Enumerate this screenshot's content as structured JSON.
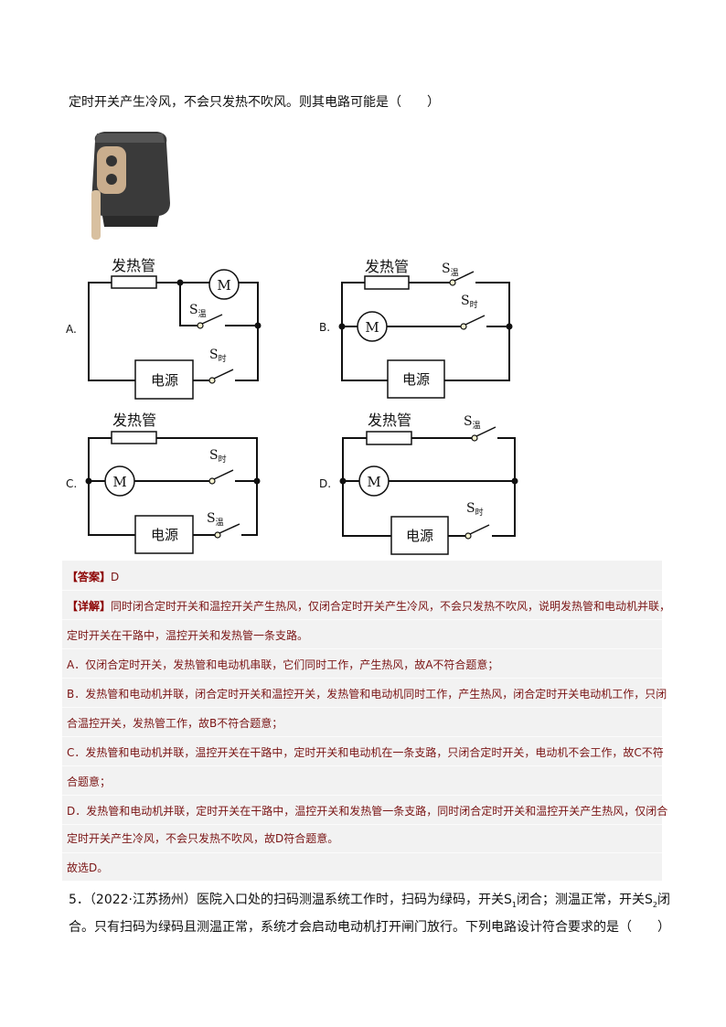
{
  "question_tail": "定时开关产生冷风，不会只发热不吹风。则其电路可能是（　　）",
  "figure": {
    "image": "air-fryer",
    "heater": "发热管",
    "motor": "M",
    "power": "电源",
    "s_temp": {
      "s": "S",
      "sub": "温"
    },
    "s_time": {
      "s": "S",
      "sub": "时"
    }
  },
  "options": [
    "A.",
    "B.",
    "C.",
    "D."
  ],
  "answer": {
    "label": "【答案】",
    "value": "D",
    "detail_label": "【详解】",
    "lines": [
      "同时闭合定时开关和温控开关产生热风，仅闭合定时开关产生冷风，不会只发热不吹风，说明发热管和电动机并联，",
      "定时开关在干路中，温控开关和发热管一条支路。",
      "A．仅闭合定时开关，发热管和电动机串联，它们同时工作，产生热风，故A不符合题意；",
      "B．发热管和电动机并联，闭合定时开关和温控开关，发热管和电动机同时工作，产生热风，闭合定时开关电动机工作，只闭",
      "合温控开关，发热管工作，故B不符合题意；",
      "C．发热管和电动机并联，温控开关在干路中，定时开关和电动机在一条支路，只闭合定时开关，电动机不会工作，故C不符",
      "合题意；",
      "D．发热管和电动机并联，定时开关在干路中，温控开关和发热管一条支路，同时闭合定时开关和温控开关产生热风，仅闭合",
      "定时开关产生冷风，不会只发热不吹风，故D符合题意。",
      "故选D。"
    ]
  },
  "q5": {
    "line1_a": "5．（2022·江苏扬州）医院入口处的扫码测温系统工作时，扫码为绿码，开关S",
    "sub1": "1",
    "line1_b": "闭合；测温正常，开关S",
    "sub2": "2",
    "line1_c": "闭",
    "line2": "合。只有扫码为绿码且测温正常，系统才会启动电动机打开闸门放行。下列电路设计符合要求的是（　　）"
  }
}
